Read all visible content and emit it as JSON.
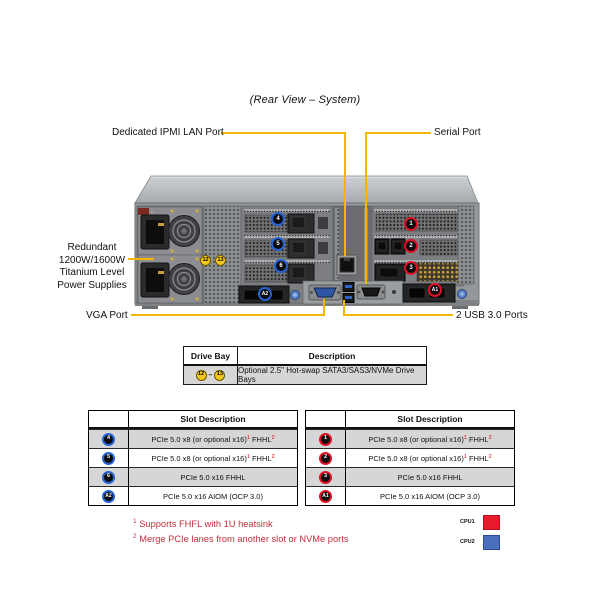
{
  "title": "(Rear View – System)",
  "callouts": {
    "ipmi": "Dedicated IPMI LAN Port",
    "serial": "Serial Port",
    "psu": {
      "line1": "Redundant",
      "line2": "1200W/1600W",
      "line3": "Titanium Level",
      "line4": "Power Supplies"
    },
    "vga": "VGA Port",
    "usb": "2 USB 3.0 Ports"
  },
  "chassis_badges": {
    "slot4": "4",
    "slot5": "5",
    "slot6": "6",
    "slotA2": "A2",
    "slot1": "1",
    "slot2": "2",
    "slot3": "3",
    "slotA1": "A1",
    "bay12": "12",
    "bay13": "13"
  },
  "drive_bay_table": {
    "headers": {
      "col1": "Drive Bay",
      "col2": "Description"
    },
    "row": {
      "badge_start": "12",
      "dash": "–",
      "badge_end": "13",
      "description": "Optional 2.5\" Hot-swap SATA3/SAS3/NVMe Drive Bays"
    }
  },
  "slot_tables": {
    "left": {
      "header": "Slot Description",
      "rows": [
        {
          "badge": "4",
          "text1": "PCIe 5.0 x8 (or optional x16)",
          "sup1": "1",
          "text2": " FHHL",
          "sup2": "2"
        },
        {
          "badge": "5",
          "text1": "PCIe 5.0 x8 (or optional x16)",
          "sup1": "1",
          "text2": " FHHL",
          "sup2": "2"
        },
        {
          "badge": "6",
          "text1": "PCIe 5.0 x16 FHHL"
        },
        {
          "badge": "A2",
          "text1": "PCIe 5.0 x16 AIOM (OCP 3.0)"
        }
      ]
    },
    "right": {
      "header": "Slot Description",
      "rows": [
        {
          "badge": "1",
          "text1": "PCIe 5.0 x8 (or optional x16)",
          "sup1": "1",
          "text2": " FHHL",
          "sup2": "2"
        },
        {
          "badge": "2",
          "text1": "PCIe 5.0 x8 (or optional x16)",
          "sup1": "1",
          "text2": " FHHL",
          "sup2": "2"
        },
        {
          "badge": "3",
          "text1": "PCIe 5.0 x16 FHHL"
        },
        {
          "badge": "A1",
          "text1": "PCIe 5.0 x16 AIOM (OCP 3.0)"
        }
      ]
    }
  },
  "footnotes": [
    {
      "sup": "1",
      "text": " Supports FHFL with 1U heatsink"
    },
    {
      "sup": "2",
      "text": " Merge PCIe lanes from another slot or NVMe ports"
    }
  ],
  "cpu_legend": [
    {
      "label": "CPU1",
      "color": "#e8192c"
    },
    {
      "label": "CPU2",
      "color": "#4a6fbd"
    }
  ],
  "colors": {
    "callout_line": "#f2b600",
    "cpu1_red": "#e8192c",
    "cpu2_blue": "#4a6fbd",
    "slot_badge_blue_ring": "#2563d4",
    "slot_badge_red_ring": "#de1126",
    "drive_badge_yellow": "#f3c71c",
    "footnote_red": "#c0303c",
    "table_stripe_gray": "#d6d6d6"
  }
}
